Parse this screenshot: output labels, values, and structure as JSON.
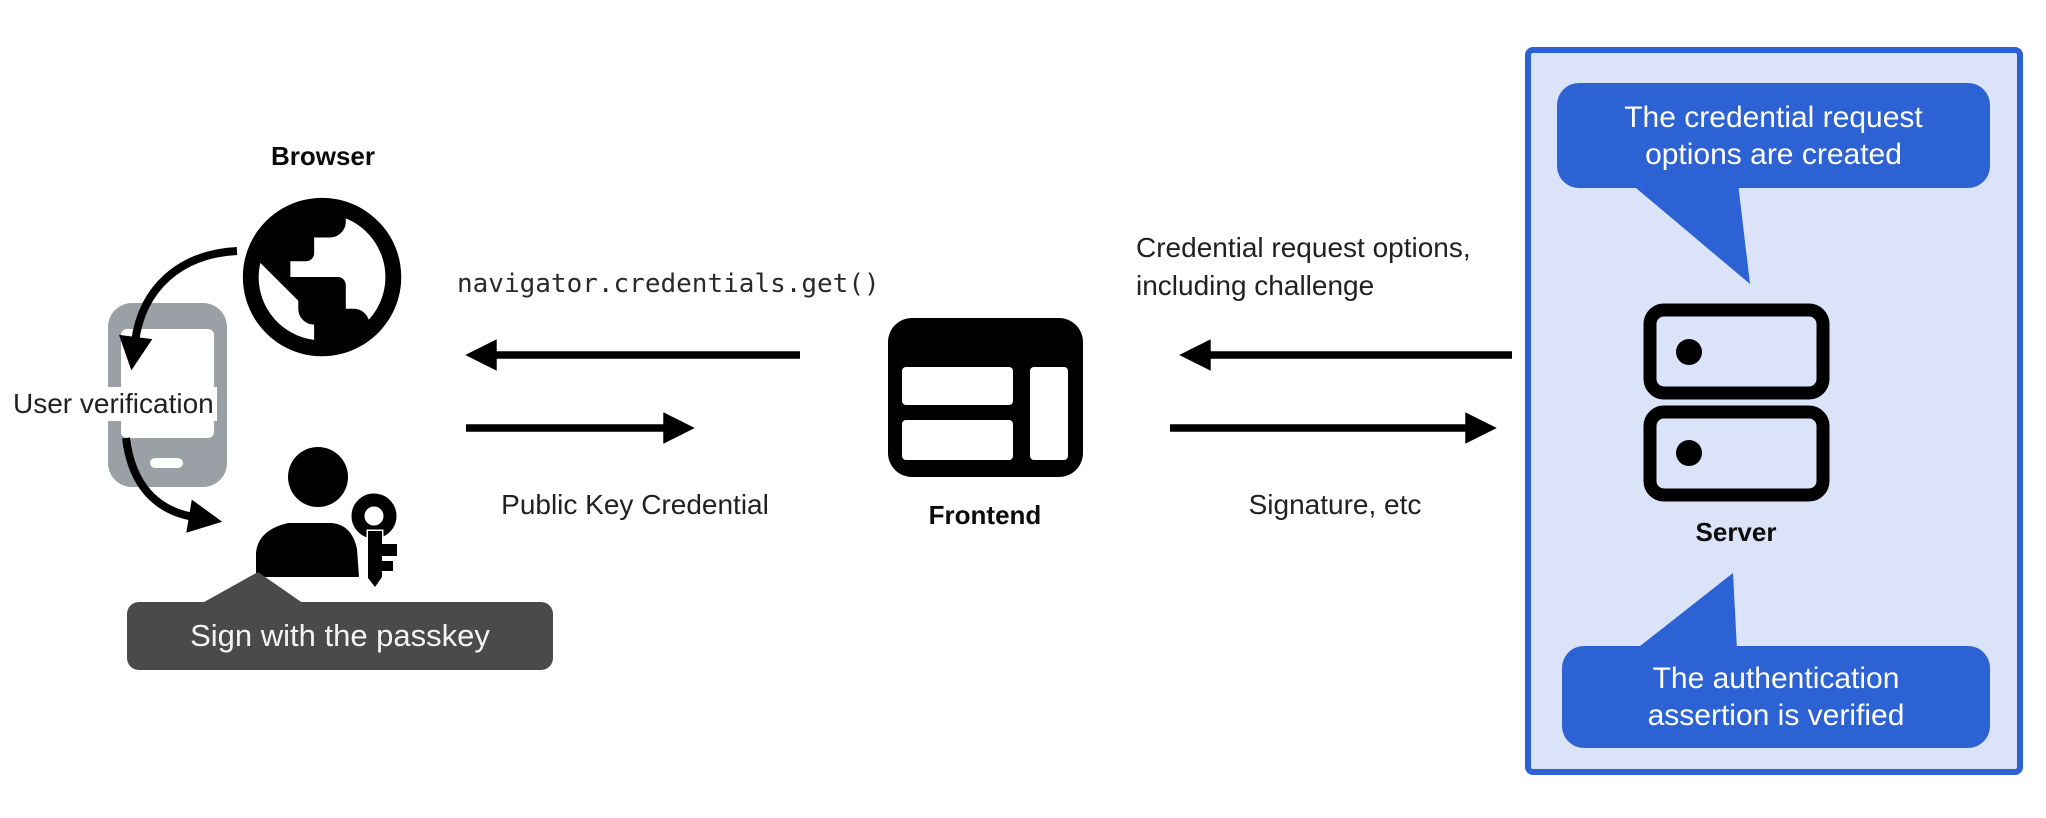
{
  "colors": {
    "accent_blue": "#2d62d4",
    "panel_fill": "#dae3f8",
    "tooltip_gray": "#4a4a4a",
    "phone_gray": "#9aa0a6",
    "ink": "#202124"
  },
  "nodes": {
    "browser": {
      "label": "Browser",
      "icon": "globe-icon"
    },
    "frontend": {
      "label": "Frontend",
      "icon": "browser-window-icon"
    },
    "server": {
      "label": "Server",
      "icon": "server-stack-icon"
    },
    "user": {
      "icon": "person-with-key-icon"
    },
    "phone": {
      "icon": "smartphone-icon"
    }
  },
  "annotations": {
    "user_verification": "User verification",
    "sign_with_passkey": "Sign with the passkey",
    "code_call": "navigator.credentials.get()",
    "public_key_credential": "Public Key Credential",
    "credential_request": "Credential request options,\nincluding challenge",
    "signature": "Signature, etc"
  },
  "server_panel": {
    "bubble_top": "The credential request\noptions are created",
    "bubble_bottom": "The authentication\nassertion is verified"
  }
}
